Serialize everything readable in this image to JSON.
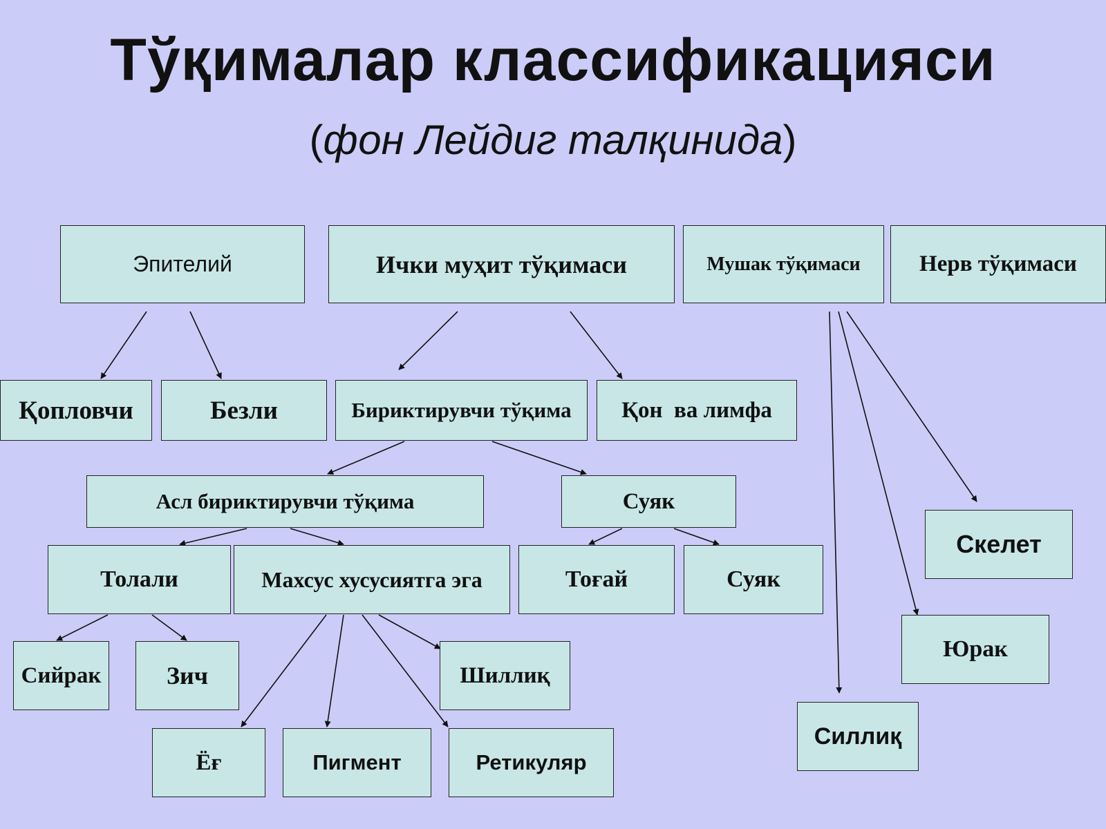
{
  "title": "Тўқималар классификацияси",
  "subtitle": {
    "open": "(",
    "text": "фон Лейдиг талқинида",
    "close": ")"
  },
  "nodes": {
    "epiteliy": "Эпителий",
    "ichki": "Ички муҳит тўқимаси",
    "mushak": "Мушак тўқимаси",
    "nerv": "Нерв тўқимаси",
    "koplovchi": "Қопловчи",
    "bezli": "Безли",
    "biriktiruvchi": "Бириктирувчи тўқима",
    "qon": "Қон  ва лимфа",
    "asl": "Асл бириктирувчи тўқима",
    "suyak_parent": "Суяк",
    "tolali": "Толали",
    "maxsus": "Махсус хусусиятга эга",
    "togay": "Тоғай",
    "suyak": "Суяк",
    "skelet": "Скелет",
    "yurak": "Юрак",
    "siyrak": "Сийрак",
    "zich": "Зич",
    "shilliq": "Шиллиқ",
    "yog": "Ёғ",
    "pigment": "Пигмент",
    "retikulyar": "Ретикуляр",
    "silliq": "Силлиқ"
  }
}
